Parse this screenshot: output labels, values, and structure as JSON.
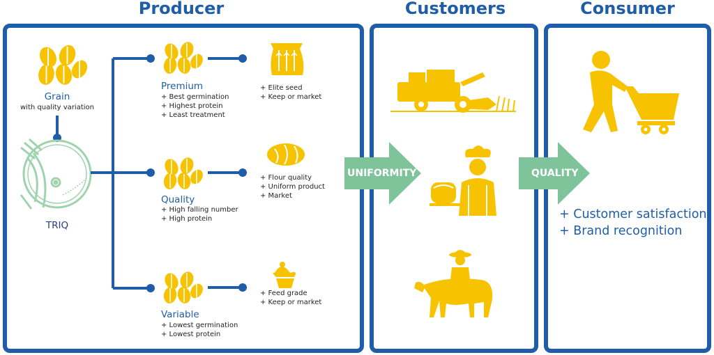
{
  "headings": {
    "producer": "Producer",
    "customers": "Customers",
    "consumer": "Consumer"
  },
  "grain": {
    "title": "Grain",
    "subtitle": "with quality variation"
  },
  "triq": {
    "label": "TRIQ"
  },
  "grades": [
    {
      "name": "Premium",
      "lines": [
        "+ Best germination",
        "+ Highest protein",
        "+ Least treatment"
      ],
      "uses": [
        "+ Elite seed",
        "+ Keep or market"
      ]
    },
    {
      "name": "Quality",
      "lines": [
        "+ High falling number",
        "+ High protein"
      ],
      "uses": [
        "+ Flour quality",
        "+ Uniform product",
        "+ Market"
      ]
    },
    {
      "name": "Variable",
      "lines": [
        "+ Lowest germination",
        "+ Lowest protein"
      ],
      "uses": [
        "+ Feed grade",
        "+ Keep or market"
      ]
    }
  ],
  "arrows": {
    "uniformity": "UNIFORMITY",
    "quality": "QUALITY"
  },
  "consumer": {
    "benefits": [
      "+ Customer satisfaction",
      "+ Brand recognition"
    ]
  },
  "colors": {
    "blue": "#1f5da8",
    "yellow": "#f7c300",
    "green": "#7fc39a",
    "triq_green": "#9fd3ad"
  },
  "icons": [
    "grain-icon",
    "triq-machine-icon",
    "seed-bag-icon",
    "bread-icon",
    "cupcake-icon",
    "combine-harvester-icon",
    "baker-icon",
    "farmer-cow-icon",
    "shopper-cart-icon"
  ]
}
